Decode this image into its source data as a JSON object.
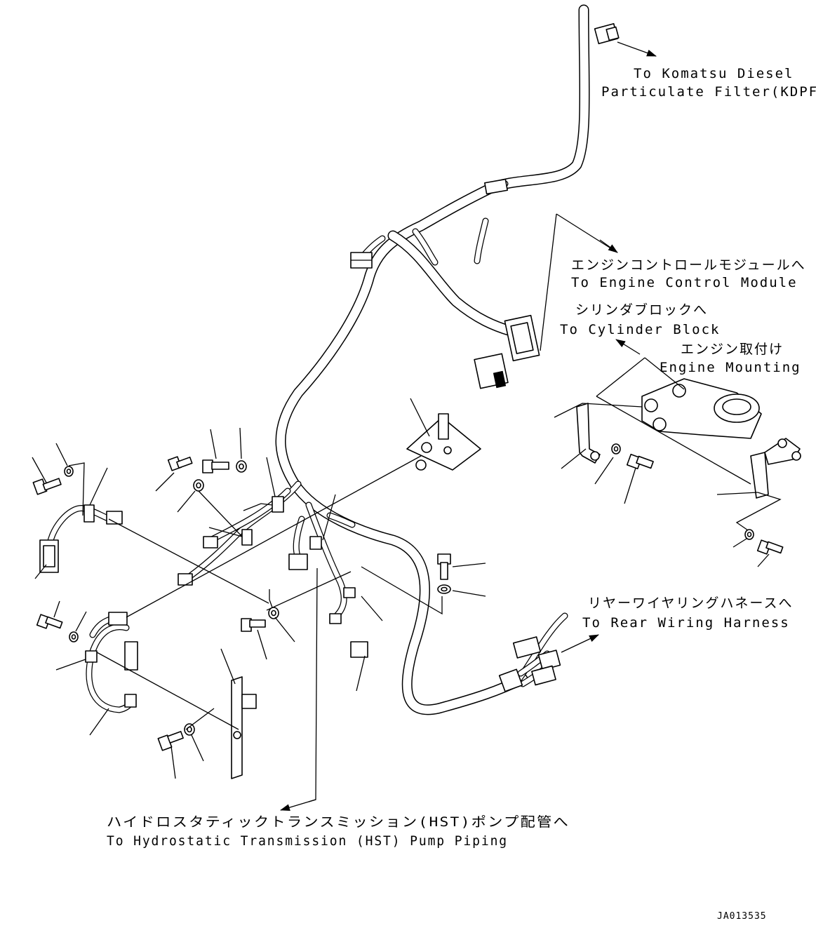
{
  "labels": {
    "kdpf_line1": "To Komatsu Diesel",
    "kdpf_line2": "Particulate Filter(KDPF)",
    "ecm_jp": "エンジンコントロールモジュールへ",
    "ecm_en": "To Engine Control Module",
    "cyl_jp": "シリンダブロックへ",
    "cyl_en": "To Cylinder Block",
    "mount_jp": "エンジン取付け",
    "mount_en": "Engine Mounting",
    "rear_jp": "リヤーワイヤリングハネースへ",
    "rear_en": "To Rear Wiring Harness",
    "hst_jp": "ハイドロスタティックトランスミッション(HST)ポンプ配管へ",
    "hst_en": "To Hydrostatic Transmission (HST) Pump Piping"
  },
  "drawing_number": "JA013535"
}
